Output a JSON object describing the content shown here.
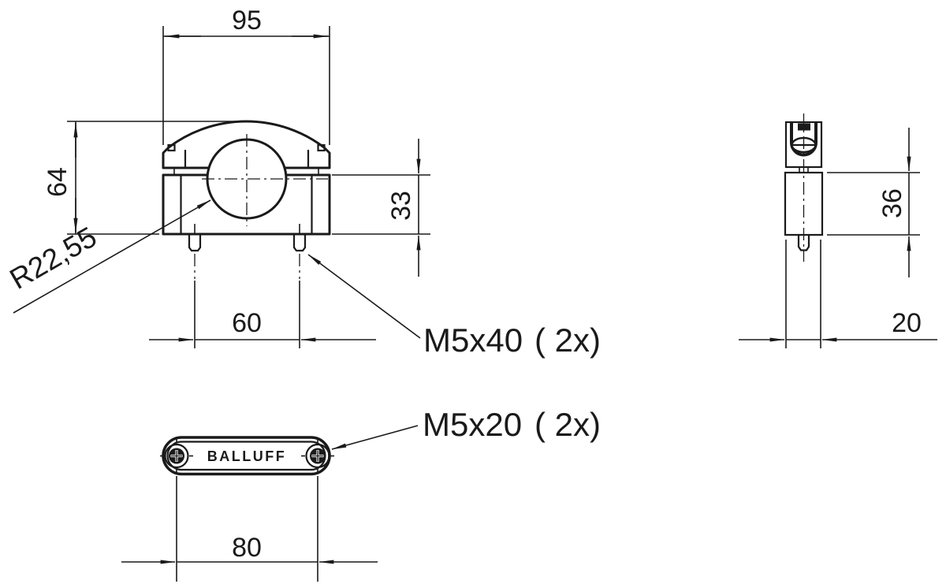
{
  "drawing_type": "technical-drawing-3-views-mounting-clamp",
  "colors": {
    "line": "#1a1a1a",
    "background": "#ffffff"
  },
  "front_view": {
    "dim_width": "95",
    "dim_height": "64",
    "dim_base_height": "33",
    "dim_stud_spacing": "60",
    "radius_label": "R22,55",
    "screw_label": {
      "name": "M5x40",
      "qty": "( 2x)"
    }
  },
  "side_view": {
    "dim_height": "36",
    "dim_width": "20"
  },
  "bottom_view": {
    "brand": "BALLUFF",
    "dim_screw_spacing": "80",
    "screw_label": {
      "name": "M5x20",
      "qty": "( 2x)"
    }
  }
}
